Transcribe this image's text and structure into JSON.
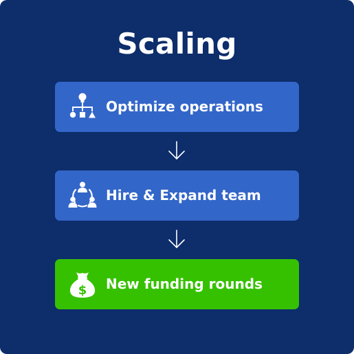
{
  "title": "Scaling",
  "steps": [
    {
      "label": "Optimize operations",
      "icon": "org-chart-icon"
    },
    {
      "label": "Hire & Expand team",
      "icon": "team-icon"
    },
    {
      "label": "New funding rounds",
      "icon": "money-bag-icon"
    }
  ],
  "money_symbol": "$",
  "colors": {
    "background": "#0d2d6b",
    "step_blue": "#3366c9",
    "step_green": "#36c100",
    "text": "#ffffff"
  }
}
